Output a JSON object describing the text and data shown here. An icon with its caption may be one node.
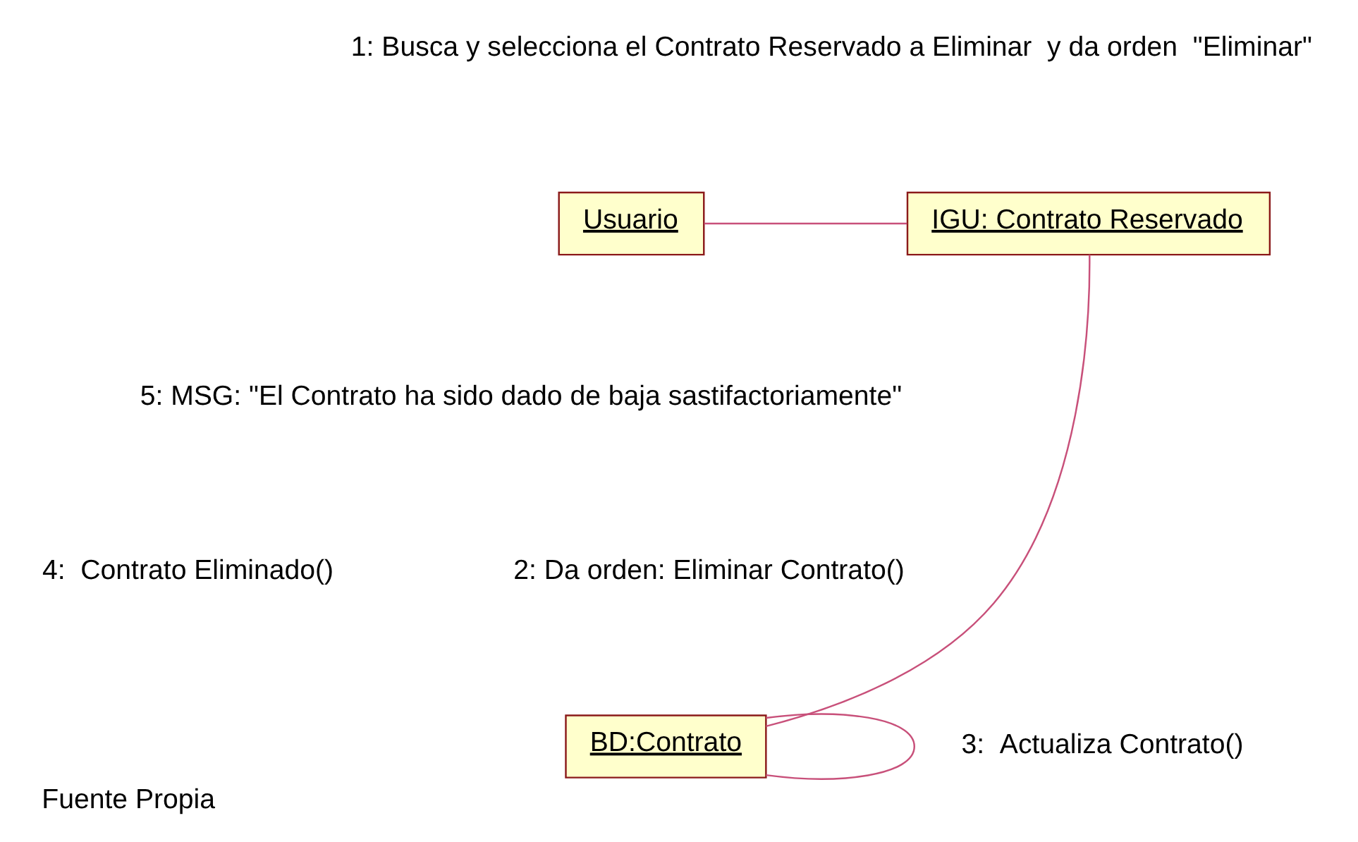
{
  "diagram": {
    "caption": "Fuente Propia",
    "nodes": [
      {
        "text": [
          "Usuario"
        ]
      },
      {
        "text": [
          "IGU: Contrato Reservado"
        ]
      },
      {
        "text": [
          "BD:Contrato"
        ]
      }
    ],
    "edges": [
      {
        "from": 0,
        "to": 1,
        "arrow": "none"
      },
      {
        "from": 1,
        "to": 2,
        "arrow": "none"
      },
      {
        "from": 2,
        "to": 2,
        "arrow": "none"
      }
    ],
    "labels": [
      "1: Busca y selecciona el Contrato Reservado a Eliminar  y da orden  \"Eliminar\"",
      "5: MSG: \"El Contrato ha sido dado de baja sastifactoriamente\"",
      "4:  Contrato Eliminado()",
      "2: Da orden: Eliminar Contrato()",
      "3:  Actualiza Contrato()"
    ]
  }
}
